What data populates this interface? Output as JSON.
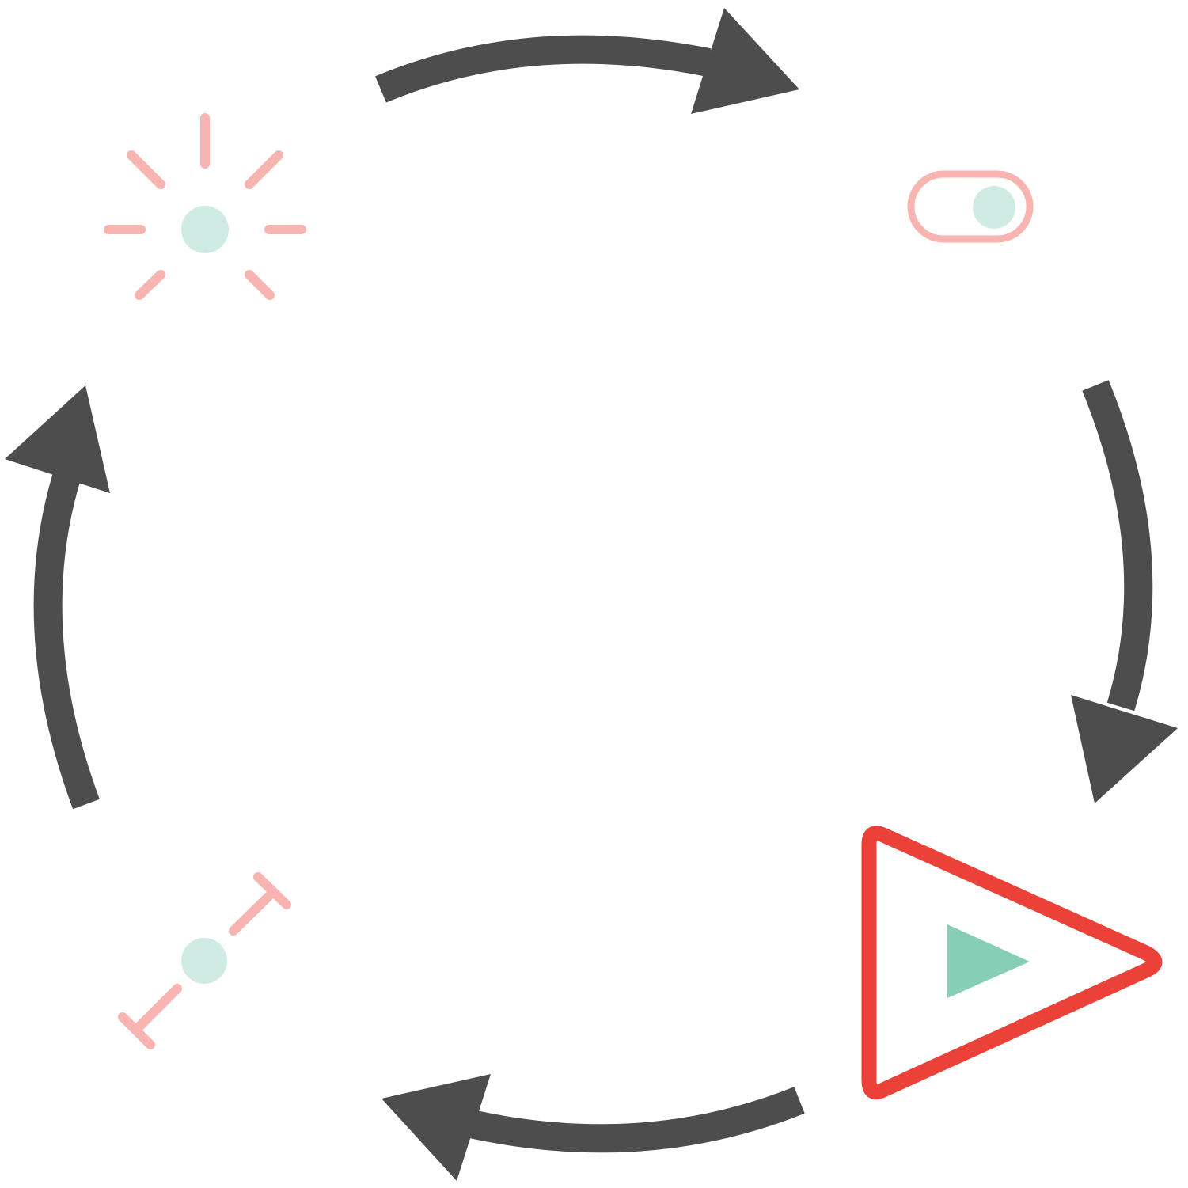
{
  "diagram": {
    "type": "cycle",
    "direction": "clockwise",
    "nodes": [
      {
        "id": "activate",
        "icon": "sparkle-dot-icon",
        "position": "top-left"
      },
      {
        "id": "toggle",
        "icon": "toggle-switch-icon",
        "state": "on",
        "position": "top-right"
      },
      {
        "id": "play",
        "icon": "play-button-icon",
        "highlighted": true,
        "position": "bottom-right"
      },
      {
        "id": "measure",
        "icon": "dimension-line-icon",
        "position": "bottom-left"
      }
    ],
    "arrows": [
      {
        "from": "activate",
        "to": "toggle"
      },
      {
        "from": "toggle",
        "to": "play"
      },
      {
        "from": "play",
        "to": "measure"
      },
      {
        "from": "measure",
        "to": "activate"
      }
    ]
  },
  "colors": {
    "arrow": "#4d4d4d",
    "icon_pink": "#f8b4b0",
    "icon_mint": "#d0ebe3",
    "highlight_red": "#ea4139",
    "play_green": "#86cfb6",
    "background": "#ffffff"
  }
}
